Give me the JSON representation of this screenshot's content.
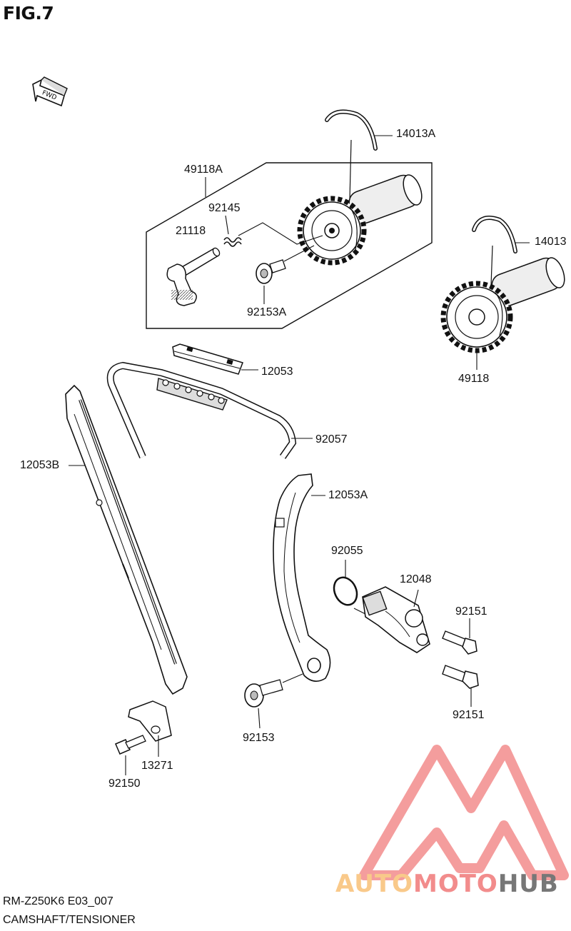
{
  "figure": {
    "title": "FIG.7",
    "fwd_label": "FWD"
  },
  "parts": [
    {
      "id": "p14013A",
      "number": "14013A"
    },
    {
      "id": "p49118A",
      "number": "49118A"
    },
    {
      "id": "p92145",
      "number": "92145"
    },
    {
      "id": "p21118",
      "number": "21118"
    },
    {
      "id": "p92153A",
      "number": "92153A"
    },
    {
      "id": "p14013",
      "number": "14013"
    },
    {
      "id": "p49118",
      "number": "49118"
    },
    {
      "id": "p12053",
      "number": "12053"
    },
    {
      "id": "p92057",
      "number": "92057"
    },
    {
      "id": "p12053B",
      "number": "12053B"
    },
    {
      "id": "p12053A",
      "number": "12053A"
    },
    {
      "id": "p92055",
      "number": "92055"
    },
    {
      "id": "p12048",
      "number": "12048"
    },
    {
      "id": "p92151a",
      "number": "92151"
    },
    {
      "id": "p92151b",
      "number": "92151"
    },
    {
      "id": "p92153",
      "number": "92153"
    },
    {
      "id": "p13271",
      "number": "13271"
    },
    {
      "id": "p92150",
      "number": "92150"
    }
  ],
  "footer": {
    "model_code": "RM-Z250K6 E03_007",
    "section": "CAMSHAFT/TENSIONER"
  },
  "watermark": {
    "part1": "AUTO",
    "part2": "MOTO",
    "part3": "HUB",
    "colors": {
      "auto": "#f9c98a",
      "moto": "#f28c8c",
      "hub": "#777777"
    }
  }
}
